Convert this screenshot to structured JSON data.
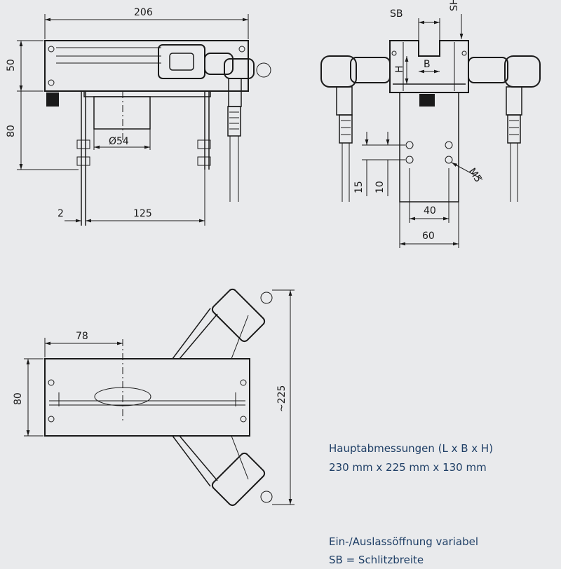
{
  "front_view": {
    "dim_width": "206",
    "dim_height_top": "50",
    "dim_height_lower": "80",
    "dim_diameter": "Ø54",
    "dim_offset": "2",
    "dim_span": "125"
  },
  "side_view": {
    "label_sb": "SB",
    "label_sh": "SH",
    "label_h": "H",
    "label_b": "B",
    "dim_15": "15",
    "dim_10": "10",
    "dim_40": "40",
    "dim_60": "60",
    "thread": "M5"
  },
  "top_view": {
    "dim_78": "78",
    "dim_80": "80",
    "dim_225": "~225"
  },
  "captions": {
    "main_dimensions_title": "Hauptabmessungen (L x B x H)",
    "main_dimensions_value": "230 mm x 225 mm x 130 mm",
    "opening_title": "Ein-/Auslassöffnung variabel",
    "opening_sb": "SB = Schlitzbreite"
  },
  "colors": {
    "background": "#e9eaec",
    "line": "#1a1a1a",
    "caption": "#1f3f66"
  }
}
